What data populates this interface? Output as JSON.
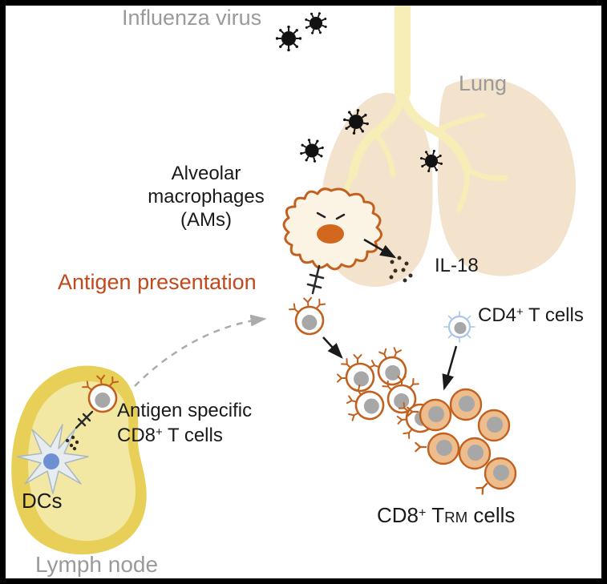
{
  "labels": {
    "influenza_virus": "Influenza virus",
    "lung": "Lung",
    "alveolar_macrophages_line1": "Alveolar",
    "alveolar_macrophages_line2": "macrophages",
    "alveolar_macrophages_line3": "(AMs)",
    "antigen_presentation": "Antigen presentation",
    "il18": "IL-18",
    "cd4_base": "CD4",
    "cd4_sup": "+",
    "cd4_rest": " T cells",
    "antigen_specific_line1": "Antigen specific",
    "antigen_specific_base": "CD8",
    "antigen_specific_sup": "+",
    "antigen_specific_rest": " T cells",
    "dcs": "DCs",
    "lymph_node": "Lymph node",
    "trm_base": "CD8",
    "trm_sup": "+",
    "trm_t": " T",
    "trm_sub": "RM",
    "trm_rest": " cells"
  },
  "colors": {
    "gray_label": "#9a9a9a",
    "accent_orange_text": "#c1491b",
    "lung_fill": "#f3e2cc",
    "bronchi_fill": "#f7eeb7",
    "cell_border_orange": "#c2611f",
    "trm_cell_fill": "#eebd8d",
    "nucleus_gray": "#a7a7a7",
    "am_nucleus_orange": "#d2681e",
    "cd4_border_blue": "#aac7e8",
    "dc_nucleus_blue": "#6e90d2",
    "lymph_node_outer": "#e8d058",
    "lymph_node_inner": "#f2e8a4",
    "virus_black": "#121212",
    "arrow_black": "#1a1a1a",
    "arrow_gray": "#ababab"
  }
}
